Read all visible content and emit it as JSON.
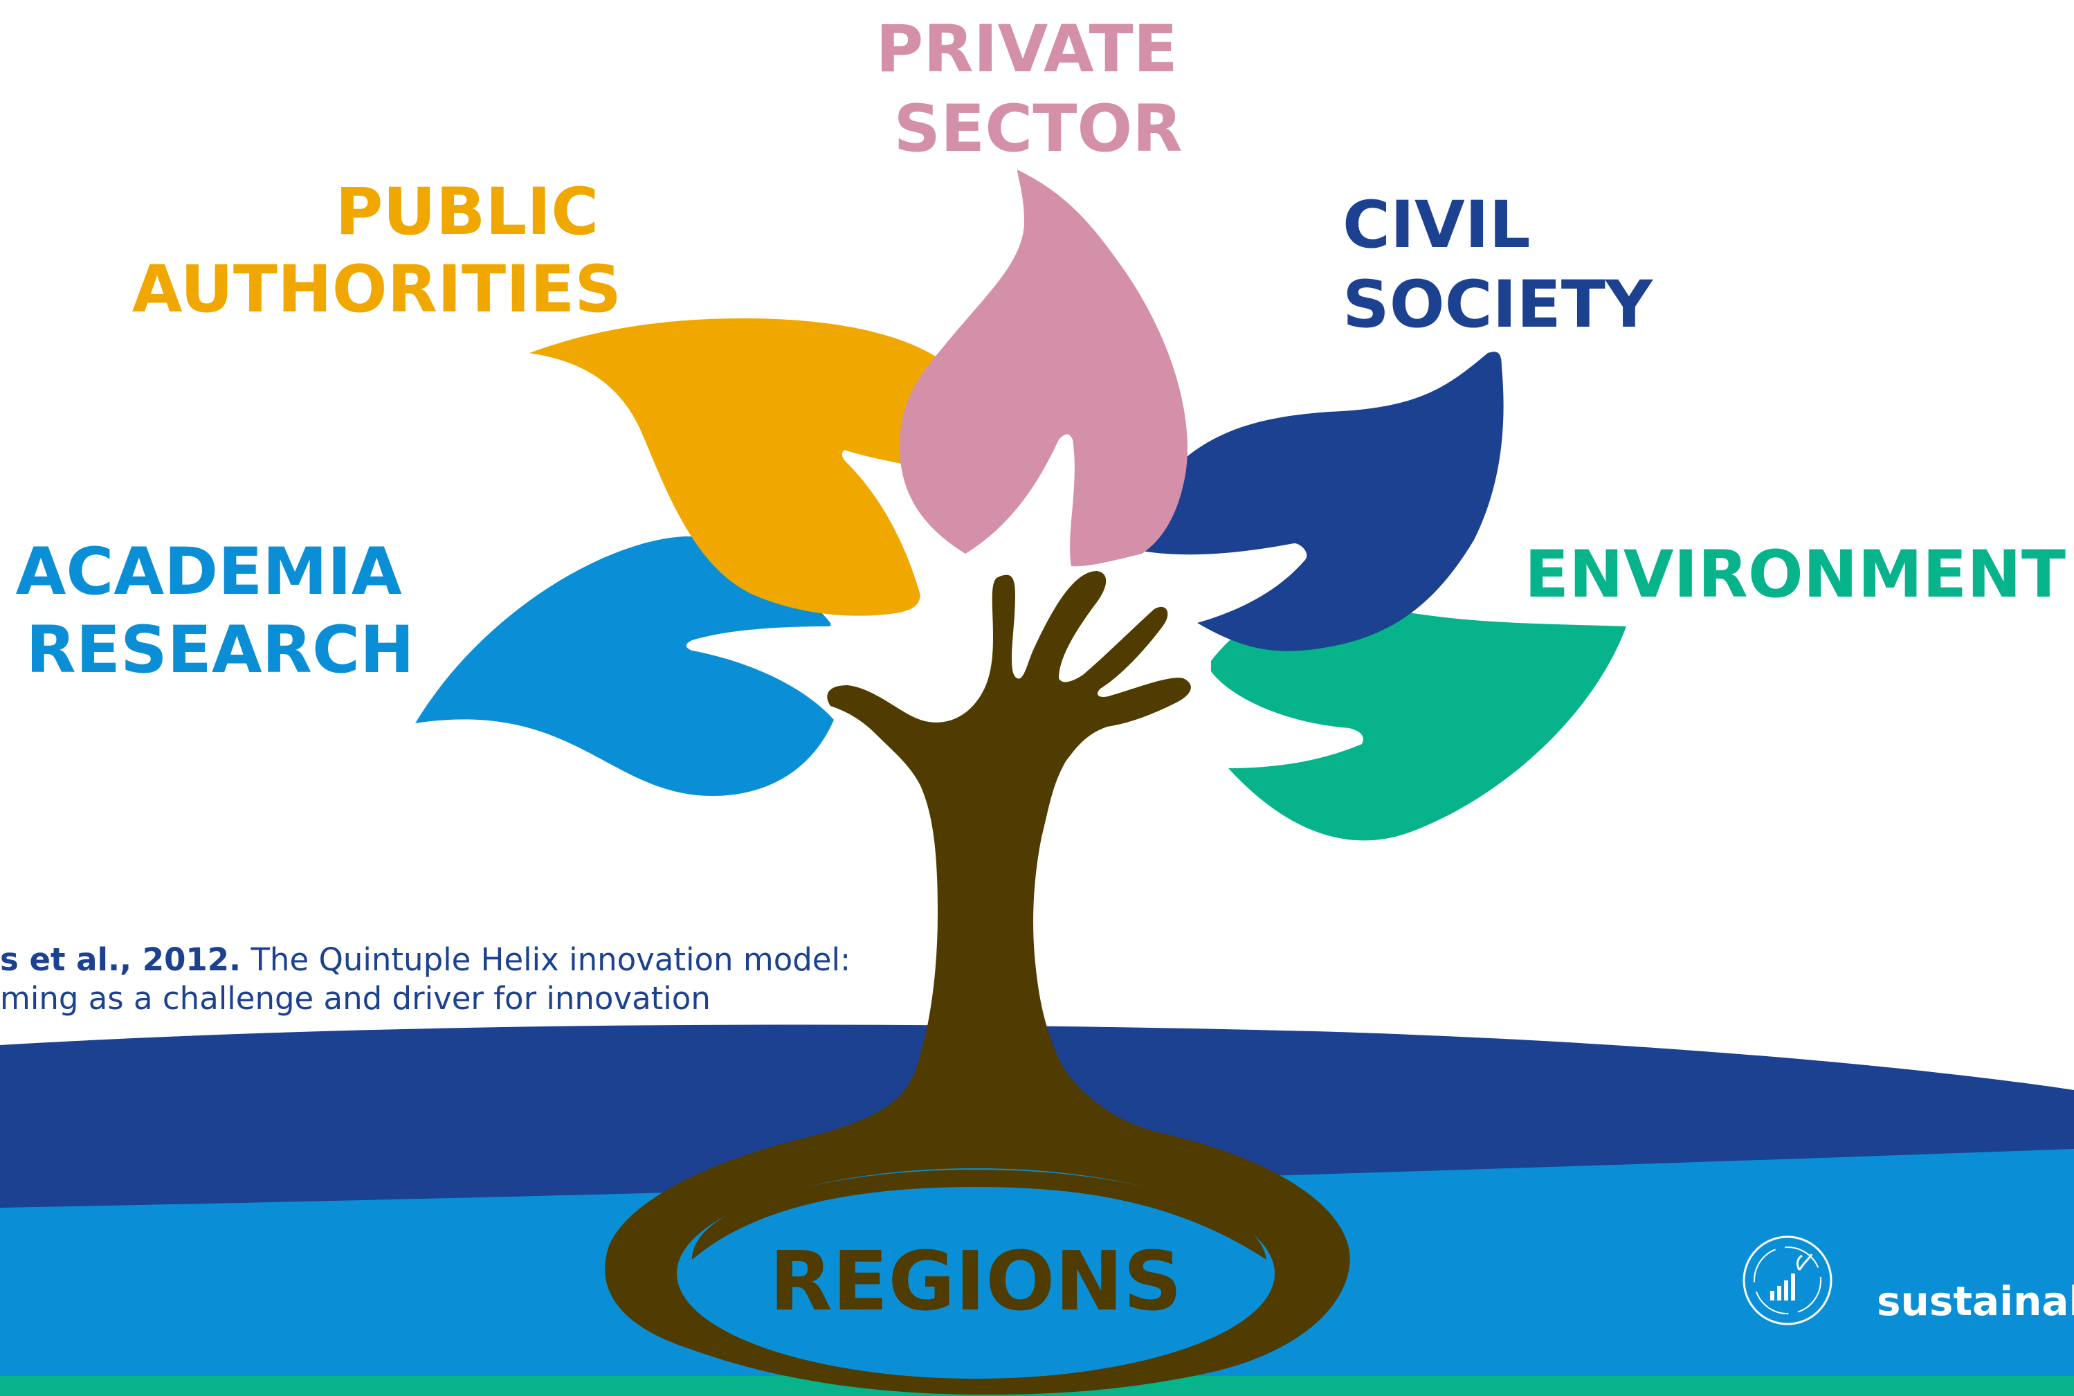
{
  "diagram": {
    "labels": {
      "private_sector": [
        "PRIVATE",
        "SECTOR"
      ],
      "public_authorities": [
        "PUBLIC",
        "AUTHORITIES"
      ],
      "civil_society": [
        "CIVIL",
        "SOCIETY"
      ],
      "academia_research": [
        "ACADEMIA",
        "RESEARCH"
      ],
      "environment": "ENVIRONMENT",
      "regions": "REGIONS"
    },
    "citation": {
      "author_year": "s et al., 2012.",
      "line1_rest": " The Quintuple Helix innovation model:",
      "line2": "ming as a challenge and driver for innovation"
    },
    "footer": {
      "brand": "sustainab"
    }
  },
  "colors": {
    "private_sector": "#d48fa9",
    "public_authorities": "#f0a800",
    "civil_society": "#1b4190",
    "academia_research": "#0a8fd6",
    "environment": "#06b38a",
    "trunk": "#503b00",
    "wave_dark": "#1b4190",
    "wave_light": "#0a8fd6",
    "bottom_strip": "#06b38a",
    "citation": "#1b4190"
  }
}
